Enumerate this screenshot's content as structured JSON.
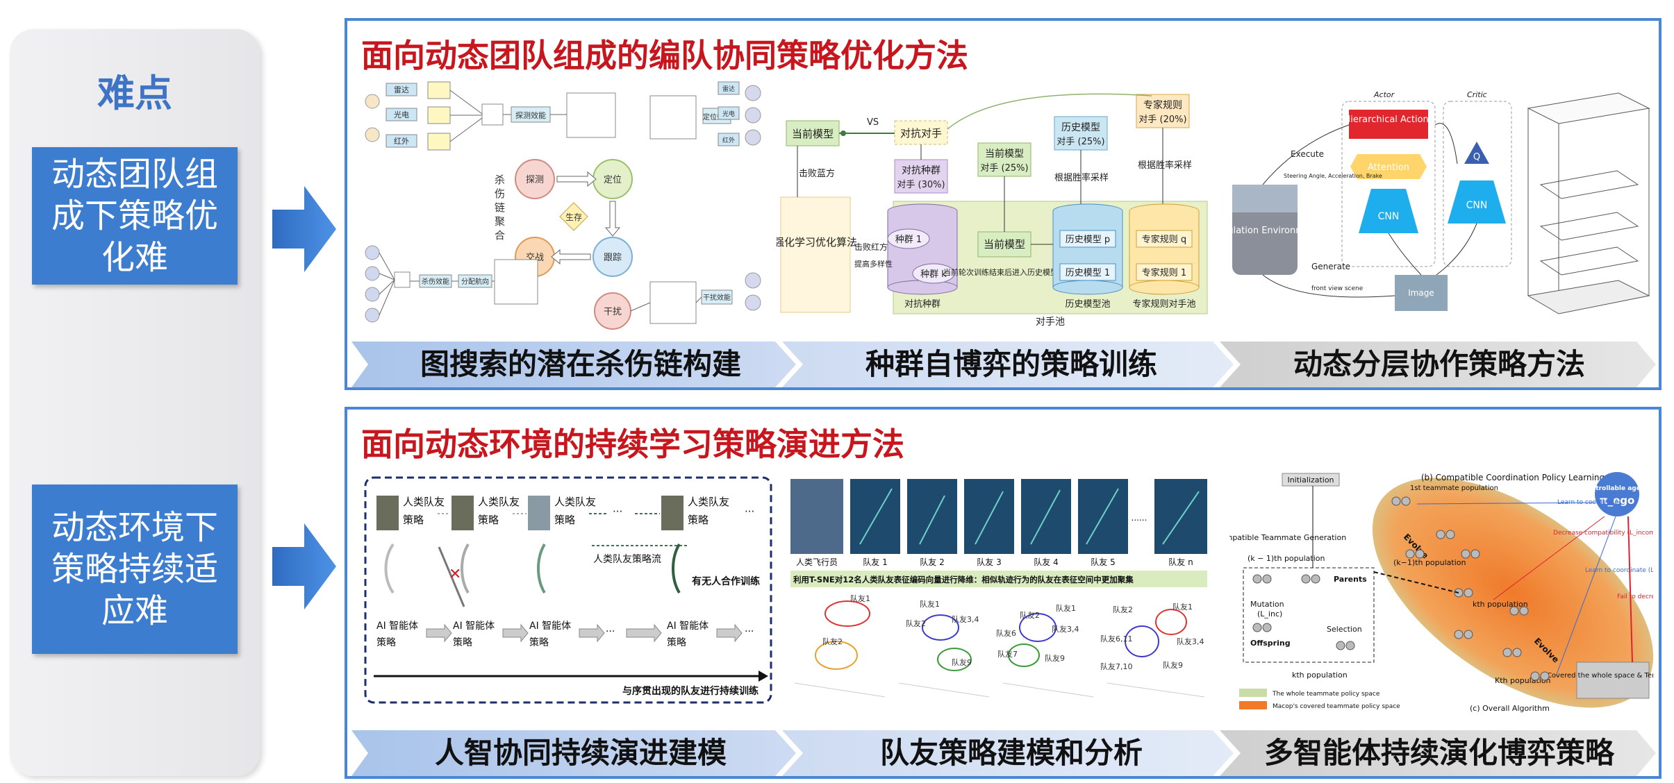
{
  "sidebar": {
    "title": "难点",
    "items": [
      {
        "label": "动态团队组成下策略优化难"
      },
      {
        "label": "动态环境下策略持续适应难"
      }
    ]
  },
  "panels": [
    {
      "title": "面向动态团队组成的编队协同策略优化方法",
      "banners": [
        "图搜索的潜在杀伤链构建",
        "种群自博弈的策略训练",
        "动态分层协作策略方法"
      ],
      "fig1": {
        "center_vertical": "杀伤链聚合",
        "nodes": {
          "detect": "探测",
          "locate": "定位",
          "strike": "交战",
          "track": "跟踪",
          "jam": "干扰",
          "survive": "生存"
        },
        "left_platforms": [
          "雷达",
          "光电",
          "红外"
        ],
        "right_platforms": [
          "雷达",
          "光电",
          "红外"
        ],
        "boxes": {
          "detect_task": "探测效能",
          "locate_task": "定位效能",
          "strike_task": "杀伤效能",
          "jam_task": "干扰效能",
          "allocate": "分配航向"
        }
      },
      "fig2": {
        "current_model": "当前模型",
        "vs": "VS",
        "adversary": "对抗对手",
        "defeat_blue": "击败蓝方",
        "pop_opponent": "对抗种群",
        "pop_opponent_pct": "对手 (30%)",
        "cur_opponent": "当前模型",
        "cur_opponent_pct": "对手 (25%)",
        "hist_opponent": "历史模型",
        "hist_opponent_pct": "对手 (25%)",
        "expert_opponent": "专家规则",
        "expert_opponent_pct": "对手 (20%)",
        "hist_sample": "根据胜率采样",
        "expert_sample": "根据胜率采样",
        "rl_algo": "强化学习优化算法",
        "defeat_red": "击败红方",
        "diversity": "提高多样性",
        "pop1": "种群 1",
        "popk": "种群 k",
        "cur_model2": "当前模型",
        "after_train": "当前轮次训练结束后进入历史模型池",
        "hist_p": "历史模型 p",
        "hist_1": "历史模型 1",
        "expert_q": "专家规则 q",
        "expert_1": "专家规则 1",
        "pool_pop": "对抗种群",
        "pool_hist": "历史模型池",
        "pool_expert": "专家规则对手池",
        "pool_all": "对手池"
      },
      "fig3": {
        "actor": "Actor",
        "critic": "Critic",
        "execute": "Execute",
        "steering": "Steering Angle, Acceleration, Brake",
        "hier": "Hierarchical Actions",
        "attention": "Attention",
        "cnn_actor": "CNN",
        "cnn_critic": "CNN",
        "q": "Q",
        "sim_env": "Simulation Environment",
        "generate": "Generate",
        "front_view": "front view scene",
        "image": "Image"
      }
    },
    {
      "title": "面向动态环境的持续学习策略演进方法",
      "banners": [
        "人智协同持续演进建模",
        "队友策略建模和分析",
        "多智能体持续演化博弈策略"
      ],
      "fig4": {
        "human_label": "人类队友",
        "human_strategy": "策略",
        "human_flow": "人类队友策略流",
        "no_uav": "有无人合作训练",
        "ai_label": "AI 智能体",
        "ai_strategy": "策略",
        "sequential": "与序贯出现的队友进行持续训练",
        "dots": "···"
      },
      "fig5": {
        "pilot": "人类飞行员",
        "teammates": [
          "队友 1",
          "队友 2",
          "队友 3",
          "队友 4",
          "队友 5",
          "队友 n"
        ],
        "ellipsis": "......",
        "caption": "利用T-SNE对12名人类队友表征编码向量进行降维：相似轨迹行为的队友在表征空间中更加聚集",
        "clusters": [
          [
            "队友1",
            "队友2"
          ],
          [
            "队友1",
            "队友2",
            "队友3,4",
            "队友9"
          ],
          [
            "队友1",
            "队友2",
            "队友3,4",
            "队友6",
            "队友7",
            "队友9"
          ],
          [
            "队友1",
            "队友2",
            "队友3,4",
            "队友6,11",
            "队友7,10",
            "队友9"
          ]
        ]
      },
      "fig6": {
        "init": "Initialization",
        "compat_title": "(b) Compatible Coordination Policy Learning",
        "controllable": "Controllable agents",
        "pi_ego": "π_ego",
        "first_pop": "1st teammate population",
        "evolve1": "Evolve",
        "kminus1_pop": "(k−1)th population",
        "kth_pop": "kth population",
        "evolve2": "Evolve",
        "kth_pop2": "Kth population",
        "learn1": "Learn to coordinate",
        "decrease": "Decrease compatibility (L_incom)",
        "learn2": "Learn to coordinate (L_ego)",
        "fail": "Fail to decrease compatibility",
        "covered": "Covered the whole space & Terminate",
        "incompat_title": "(a) Incompatible Teammate Generation",
        "km1_population": "(k − 1)th population",
        "parents": "Parents",
        "mutation": "Mutation",
        "l_inc": "(L_inc)",
        "offspring": "Offspring",
        "selection": "Selection",
        "kth_population": "kth population",
        "legend1": "The whole teammate policy space",
        "legend2": "Macop's covered teammate policy space",
        "overall": "(c) Overall Algorithm"
      }
    }
  ],
  "colors": {
    "accent": "#3d7dd0",
    "title_red": "#c7161d",
    "border": "#4a86d6"
  }
}
